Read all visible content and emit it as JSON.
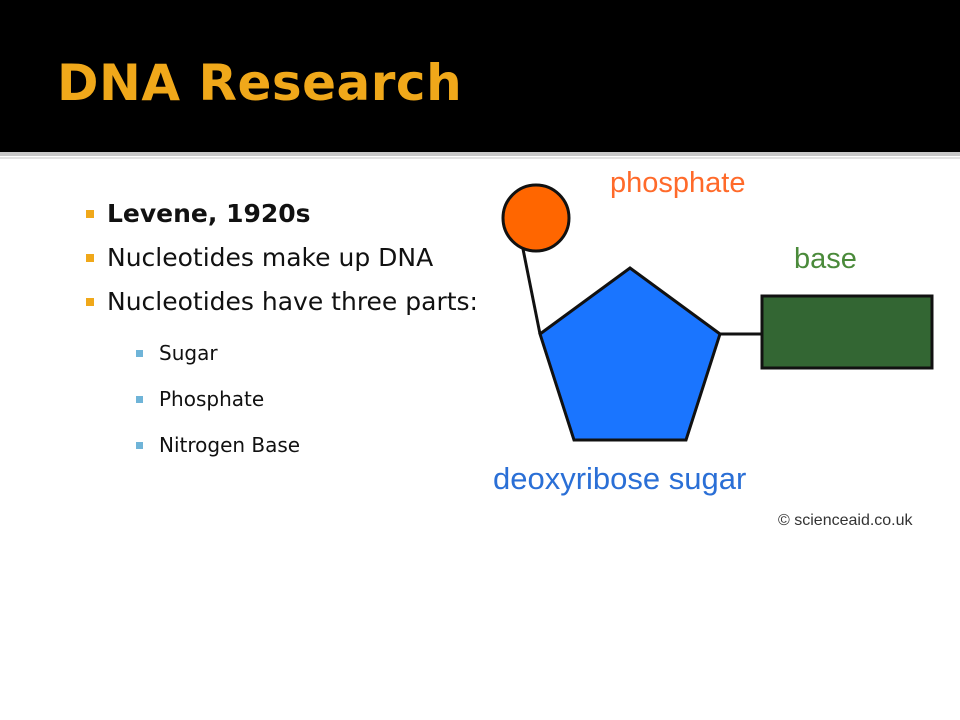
{
  "slide": {
    "title": "DNA Research",
    "bullets": [
      "Levene, 1920s",
      "Nucleotides make up DNA",
      "Nucleotides have three parts:"
    ],
    "sub_bullets": [
      "Sugar",
      "Phosphate",
      "Nitrogen Base"
    ],
    "accent_color": "#f0a81a",
    "sub_bullet_color": "#6fb4d8"
  },
  "diagram": {
    "labels": {
      "phosphate": "phosphate",
      "base": "base",
      "sugar": "deoxyribose sugar",
      "credit": "© scienceaid.co.uk"
    },
    "colors": {
      "phosphate": "#ff6600",
      "sugar": "#1a75ff",
      "base": "#336633",
      "phosphate_label": "#ff6a2a",
      "base_label": "#4a8a3a",
      "sugar_label": "#2a6fd6"
    }
  }
}
